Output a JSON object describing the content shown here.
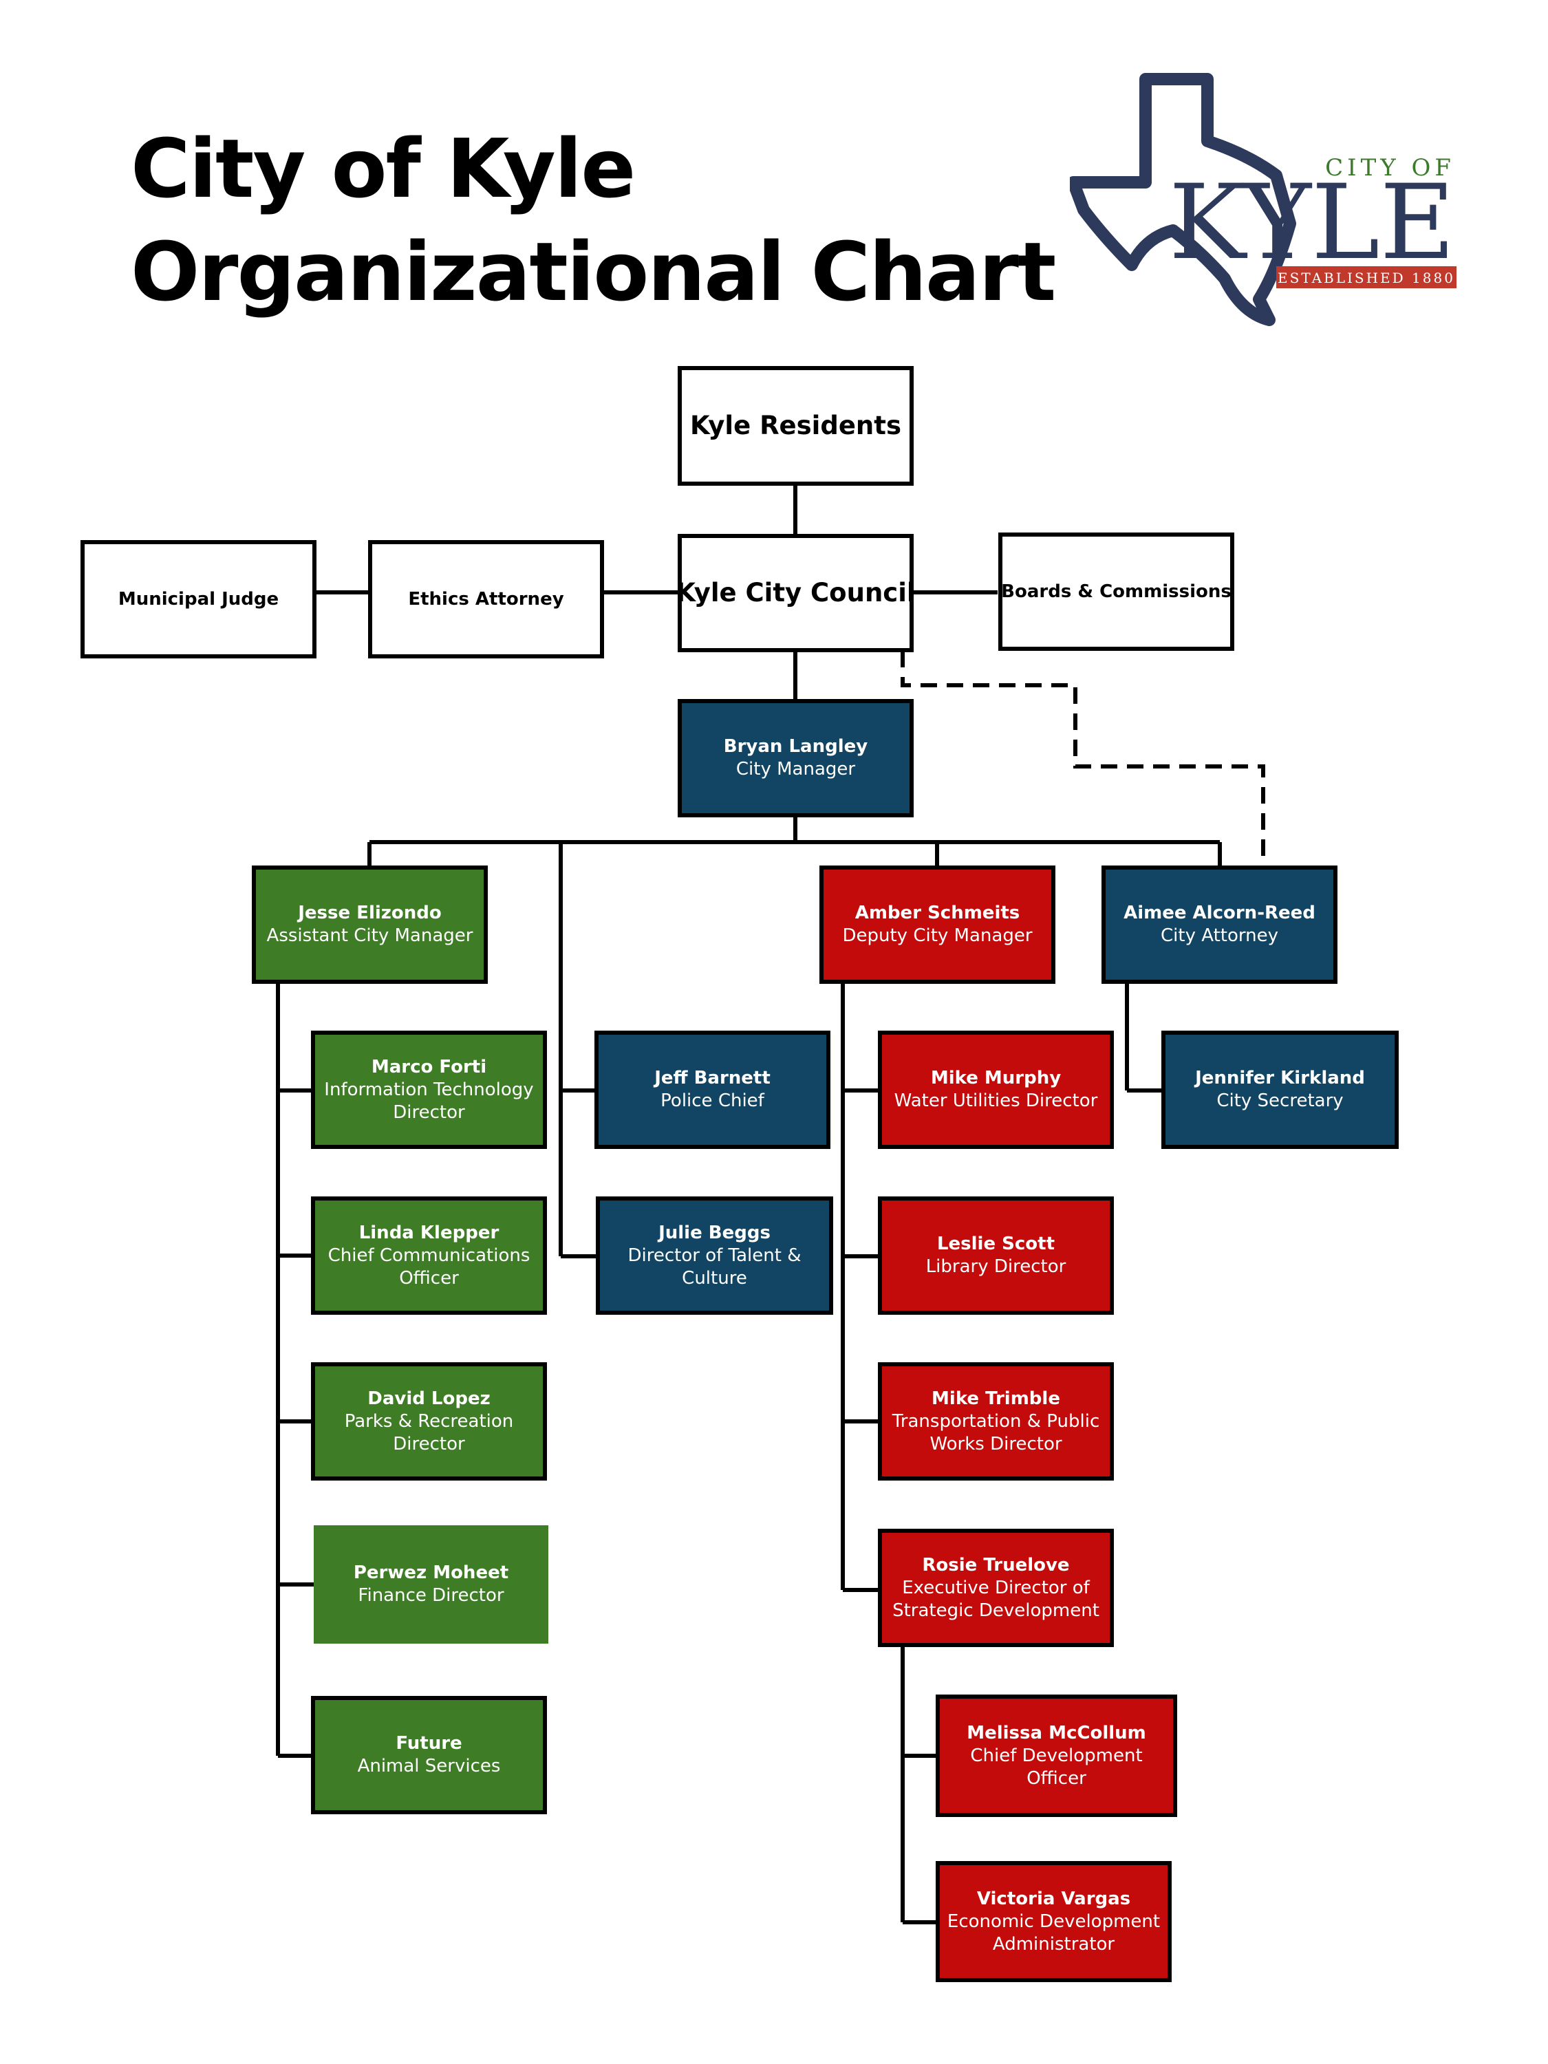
{
  "header": {
    "title_line1": "City of Kyle",
    "title_line2": "Organizational Chart"
  },
  "logo": {
    "top_text": "CITY OF",
    "main_text": "KYLE",
    "banner_text": "ESTABLISHED 1880",
    "icon": "texas-outline-icon",
    "colors": {
      "navy": "#2e3a5c",
      "green": "#3a7a2a",
      "red": "#c0392b"
    }
  },
  "colors": {
    "green": "#3e7d26",
    "navy": "#124563",
    "red": "#c30b0b"
  },
  "governance": {
    "residents": "Kyle Residents",
    "council": "Kyle City Council",
    "judge": "Municipal Judge",
    "ethics": "Ethics Attorney",
    "boards": "Boards & Commissions"
  },
  "manager": {
    "name": "Bryan Langley",
    "role": "City Manager"
  },
  "executives": {
    "acm": {
      "name": "Jesse Elizondo",
      "role": "Assistant City Manager"
    },
    "dcm": {
      "name": "Amber Schmeits",
      "role": "Deputy City Manager"
    },
    "attorney": {
      "name": "Aimee Alcorn-Reed",
      "role": "City Attorney"
    }
  },
  "acm_reports": [
    {
      "name": "Marco Forti",
      "role": "Information Technology Director"
    },
    {
      "name": "Linda Klepper",
      "role": "Chief Communications Officer"
    },
    {
      "name": "David Lopez",
      "role": "Parks & Recreation Director"
    },
    {
      "name": "Perwez Moheet",
      "role": "Finance Director"
    },
    {
      "name": "Future",
      "role": "Animal Services"
    }
  ],
  "cm_reports": [
    {
      "name": "Jeff Barnett",
      "role": "Police Chief"
    },
    {
      "name": "Julie Beggs",
      "role": "Director of Talent & Culture"
    }
  ],
  "dcm_reports": [
    {
      "name": "Mike Murphy",
      "role": "Water Utilities Director"
    },
    {
      "name": "Leslie Scott",
      "role": "Library Director"
    },
    {
      "name": "Mike Trimble",
      "role": "Transportation & Public Works Director"
    },
    {
      "name": "Rosie Truelove",
      "role": "Executive Director of Strategic Development"
    }
  ],
  "strategic_reports": [
    {
      "name": "Melissa McCollum",
      "role": "Chief Development Officer"
    },
    {
      "name": "Victoria Vargas",
      "role": "Economic Development Administrator"
    }
  ],
  "attorney_reports": [
    {
      "name": "Jennifer Kirkland",
      "role": "City Secretary"
    }
  ]
}
